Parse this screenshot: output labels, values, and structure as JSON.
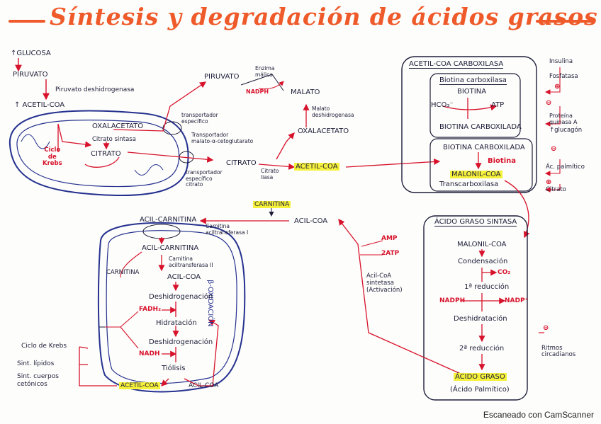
{
  "title": "Síntesis y degradación de ácidos grasos",
  "top_left": {
    "glucosa": "↑GLUCOSA",
    "piruvato": "PIRUVATO",
    "enzyme": "Piruvato deshidrogenasa",
    "acetil_coa": "↑ ACETIL-COA"
  },
  "mito1": {
    "oxalacetato": "OXALACETATO",
    "citrato_sintasa": "Citrato sintasa",
    "citrato": "CITRATO",
    "krebs": "Ciclo\nde\nKrebs",
    "transportador_especifico": "transportador\nespecífico",
    "transportador_malato": "Transportador\nmalato-α-cetoglutarato",
    "transportador_citrato": "transportador\nespecífico\ncitrato"
  },
  "cyto": {
    "piruvato": "PIRUVATO",
    "enzima_malica": "Enzima\nmálica",
    "nadph": "NADPH",
    "malato": "MALATO",
    "malato_dh": "Malato\ndeshidrogenasa",
    "oxalacetato": "OXALACETATO",
    "citrato": "CITRATO",
    "citrato_liasa": "Citrato\nliasa",
    "acetil_coa": "ACETIL-COA"
  },
  "carboxilasa": {
    "title": "ACETIL-COA CARBOXILASA",
    "subtitle": "Biotina carboxilasa",
    "biotina": "BIOTINA",
    "hco3": "HCO₃⁻",
    "atp": "ATP",
    "biotina_carboxilada": "BIOTINA CARBOXILADA",
    "biotina_carboxilada2": "BIOTINA CARBOXILADA",
    "biotina_red": "Biotina",
    "malonil": "MALONIL-COA",
    "transcarboxilasa": "Transcarboxilasa"
  },
  "regulators": {
    "insulina": "Insulina",
    "fosfatasa": "Fosfatasa",
    "proteina_quinasa": "Proteína\nquinasa A",
    "glucagon": "↑glucagón",
    "ac_palmitico": "Ác. palmítico",
    "citrato": "Citrato",
    "plus": "⊕",
    "minus": "⊖"
  },
  "sintasa": {
    "title": "ÁCIDO GRASO SINTASA",
    "malonil": "MALONIL-COA",
    "condensacion": "Condensación",
    "co2": "CO₂",
    "reduccion1": "1ª reducción",
    "nadph": "NADPH",
    "nadp": "NADP⁺",
    "deshidratacion": "Deshidratación",
    "reduccion2": "2ª reducción",
    "acido_graso": "ÁCIDO GRASO",
    "palmitico": "(Ácido Palmítico)",
    "ritmos": "Ritmos\ncircadianos"
  },
  "activation": {
    "carnitina": "CARNITINA",
    "acil_coa": "ACIL-COA",
    "amp": "AMP",
    "atp2": "2ATP",
    "sintetasa": "Acil-CoA\nsintetasa\n(Activación)",
    "cpt1": "Carnitina\naciltransferasa I"
  },
  "mito2": {
    "acil_carnitina_out": "ACIL-CARNITINA",
    "acil_carnitina_in": "ACIL-CARNITINA",
    "carnitina": "CARNITINA",
    "cpt2": "Carnitina\naciltransferasa II",
    "acil_coa": "ACIL-COA",
    "beta_ox": "β-OXIDACIÓN",
    "deshidrogenacion": "Deshidrogenación",
    "fadh2": "FADH₂",
    "hidratacion": "Hidratación",
    "deshidrogenacion2": "Deshidrogenación",
    "nadh": "NADH",
    "tiolisis": "Tiólisis",
    "acetil_coa": "ACETIL-COA",
    "acil_coa_bottom": "ACIL-COA",
    "fates": [
      "Ciclo de Krebs",
      "Sint. lípidos",
      "Sint. cuerpos\ncetónicos"
    ]
  },
  "footer": "Escaneado con CamScanner",
  "colors": {
    "title": "#ef5a2a",
    "red": "#d7122b",
    "blue": "#25318f",
    "ink": "#1d1d3a",
    "highlight": "#f6f13b"
  }
}
